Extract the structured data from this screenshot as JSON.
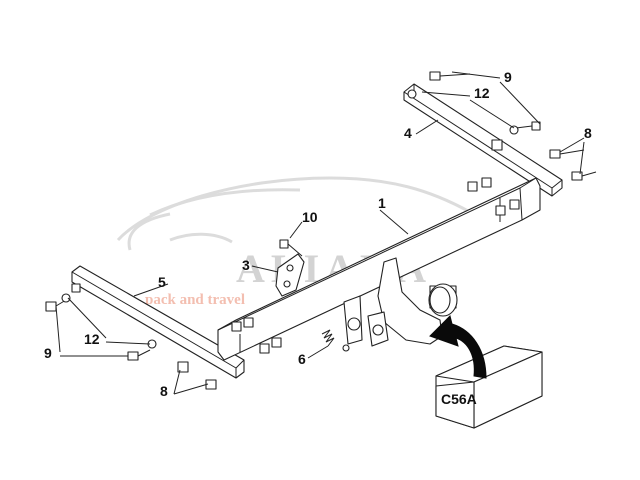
{
  "watermark": {
    "brand": "ALIAKA",
    "tagline": "pack and travel"
  },
  "callouts": {
    "p1": "1",
    "p3": "3",
    "p4": "4",
    "p5": "5",
    "p6": "6",
    "p8a": "8",
    "p8b": "8",
    "p9a": "9",
    "p9b": "9",
    "p10": "10",
    "p12a": "12",
    "p12b": "12"
  },
  "kit_box": {
    "code": "C56A"
  }
}
